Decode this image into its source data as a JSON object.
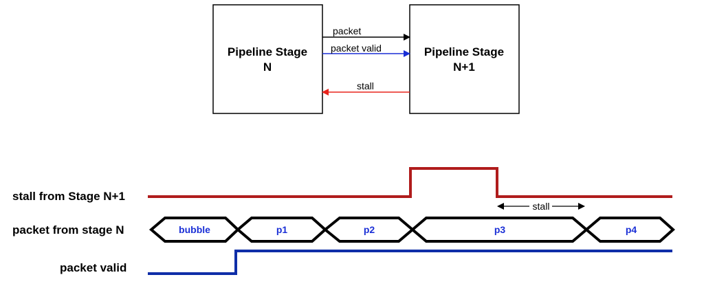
{
  "block_diagram": {
    "stage_n": {
      "line1": "Pipeline Stage",
      "line2": "N"
    },
    "stage_n1": {
      "line1": "Pipeline Stage",
      "line2": "N+1"
    },
    "signals": {
      "packet": "packet",
      "packet_valid": "packet valid",
      "stall": "stall"
    }
  },
  "timing": {
    "rows": {
      "stall": "stall from Stage N+1",
      "packet": "packet from stage N",
      "valid": "packet valid"
    },
    "packets": [
      "bubble",
      "p1",
      "p2",
      "p3",
      "p4"
    ],
    "stall_annotation": "stall"
  },
  "colors": {
    "stall": "#b01c1c",
    "valid": "#0f2ea8",
    "packet_arrow_valid": "#1a2fd6",
    "stall_arrow": "#e8231c",
    "packet_text": "#1a2fd6"
  }
}
